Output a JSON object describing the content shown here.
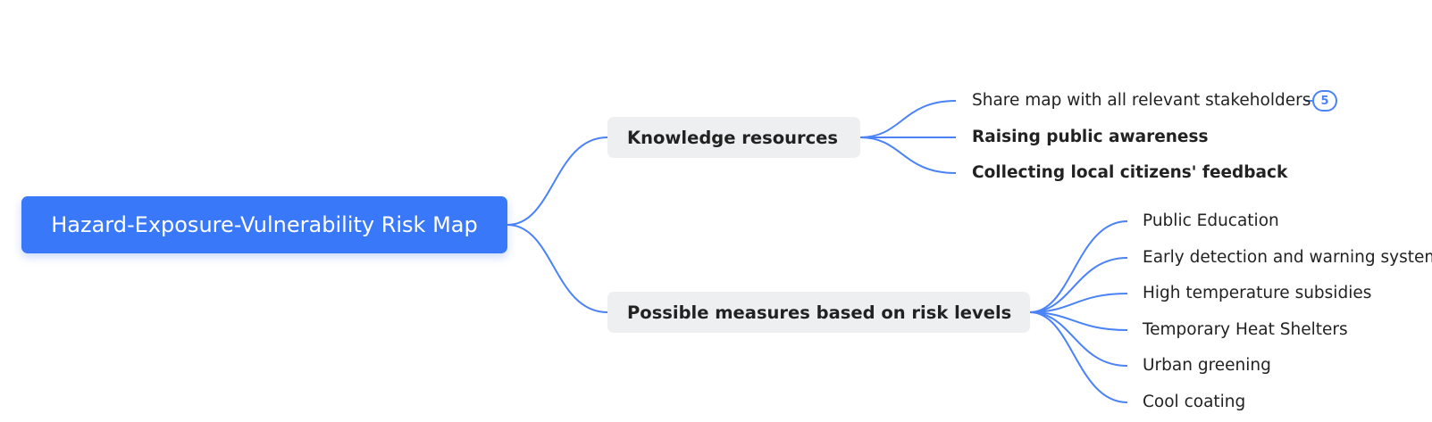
{
  "mindmap": {
    "root": "Hazard-Exposure-Vulnerability Risk Map",
    "branches": [
      {
        "label": "Knowledge resources",
        "children": [
          {
            "label": "Share map with all relevant stakeholders",
            "bold": false,
            "collapsed_count": "5"
          },
          {
            "label": "Raising public awareness",
            "bold": true
          },
          {
            "label": "Collecting local citizens' feedback",
            "bold": true
          }
        ]
      },
      {
        "label": "Possible measures based on risk levels",
        "children": [
          {
            "label": "Public Education"
          },
          {
            "label": "Early detection and warning systems"
          },
          {
            "label": "High temperature subsidies"
          },
          {
            "label": "Temporary Heat Shelters"
          },
          {
            "label": "Urban greening"
          },
          {
            "label": "Cool coating"
          }
        ]
      }
    ],
    "colors": {
      "root_fill": "#3a78fa",
      "connector": "#4a82f7",
      "branch_fill": "#eeeff1",
      "text": "#222222"
    }
  }
}
